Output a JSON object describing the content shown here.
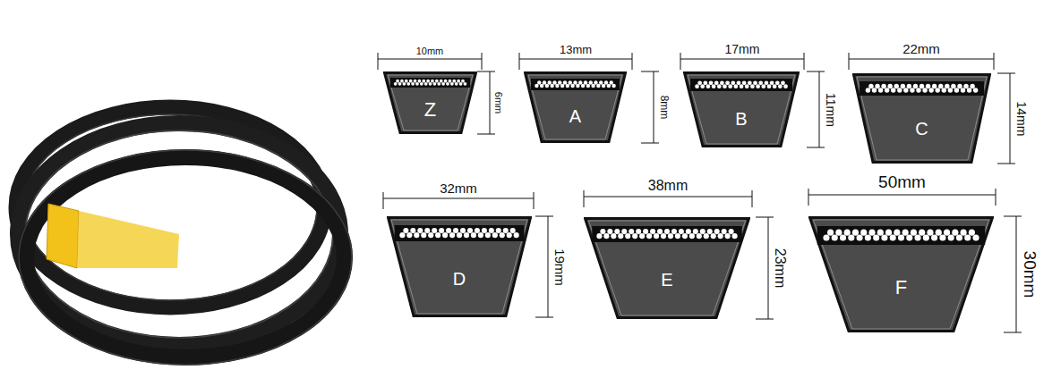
{
  "diagram": {
    "nodes": [
      {
        "text": [
          "Z"
        ]
      },
      {
        "text": [
          "A"
        ]
      },
      {
        "text": [
          "B"
        ]
      },
      {
        "text": [
          "C"
        ]
      },
      {
        "text": [
          "D"
        ]
      },
      {
        "text": [
          "E"
        ]
      },
      {
        "text": [
          "F"
        ]
      }
    ],
    "labels": [
      "10mm",
      "6mm",
      "13mm",
      "8mm",
      "17mm",
      "11mm",
      "22mm",
      "14mm",
      "32mm",
      "19mm",
      "38mm",
      "23mm",
      "50mm",
      "30mm"
    ]
  }
}
